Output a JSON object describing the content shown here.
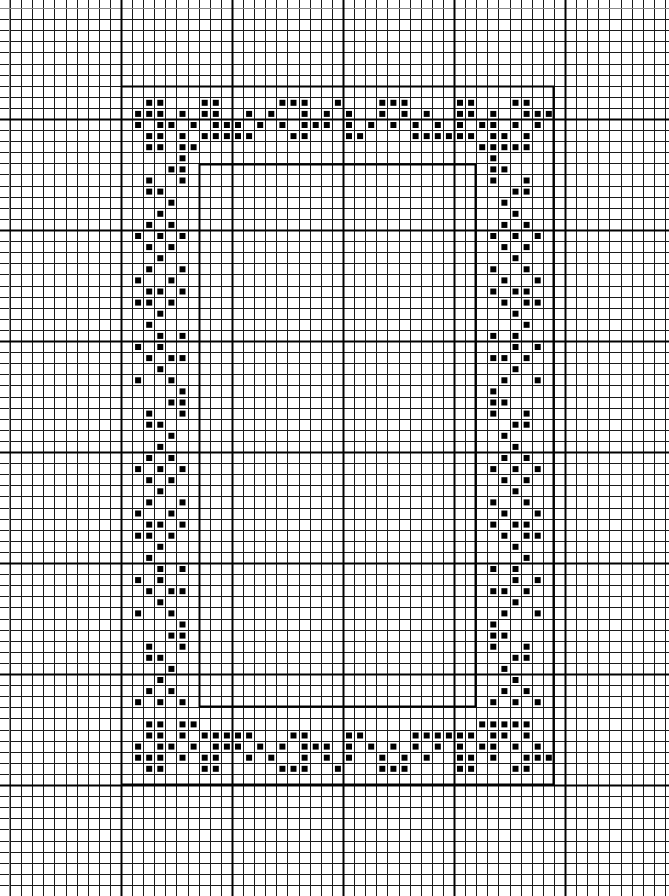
{
  "title": "",
  "colors": {
    "background": "#ffffff",
    "fine_grid": "#1a1a1a",
    "major_grid": "#000000",
    "stitch": "#000000",
    "frame": "#000000"
  },
  "grid": {
    "cell_count_x": 60,
    "cell_count_y": 80,
    "major_every": 10
  },
  "pattern": {
    "stitch_symbol": "filled-square",
    "motif": "border-lace-frame"
  }
}
